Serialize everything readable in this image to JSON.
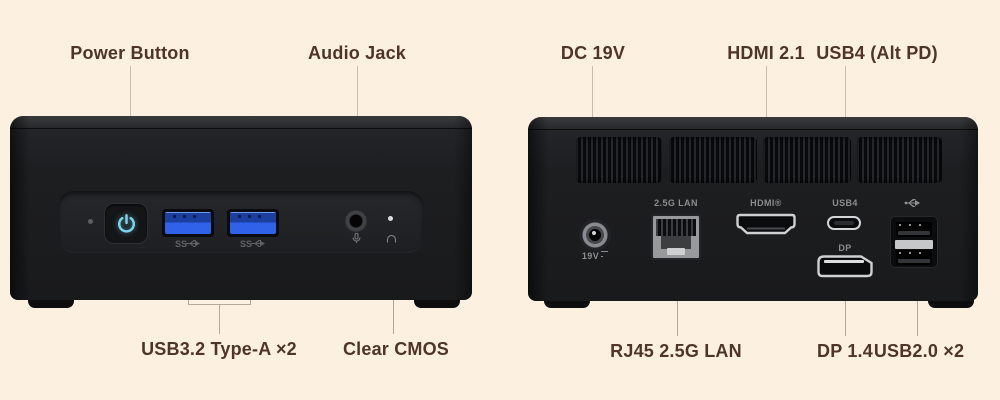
{
  "colors": {
    "background": "#fcf0e1",
    "label_text": "#4e3528",
    "device_body": "#1d1e20",
    "power_accent": "#7cd4e8",
    "usb_blue": "#2f62e8",
    "port_label_gray": "#8b8d8f",
    "leader_on_background": "#c8bcae",
    "leader_on_device": "#76777a"
  },
  "front_view": {
    "callouts_top": [
      {
        "label": "Power Button"
      },
      {
        "label": "Audio Jack"
      }
    ],
    "callouts_bottom": [
      {
        "label": "USB3.2 Type-A ×2"
      },
      {
        "label": "Clear CMOS"
      }
    ],
    "superspeed_label": "SS"
  },
  "rear_view": {
    "callouts_top": [
      {
        "label": "DC 19V"
      },
      {
        "label": "HDMI 2.1"
      },
      {
        "label": "USB4 (Alt PD)"
      }
    ],
    "callouts_bottom": [
      {
        "label": "RJ45 2.5G LAN"
      },
      {
        "label": "DP 1.4"
      },
      {
        "label": "USB2.0 ×2"
      }
    ],
    "port_labels": {
      "lan": "2.5G LAN",
      "hdmi": "HDMI®",
      "usb4": "USB4",
      "dp": "DP",
      "dc_voltage": "19V"
    }
  }
}
